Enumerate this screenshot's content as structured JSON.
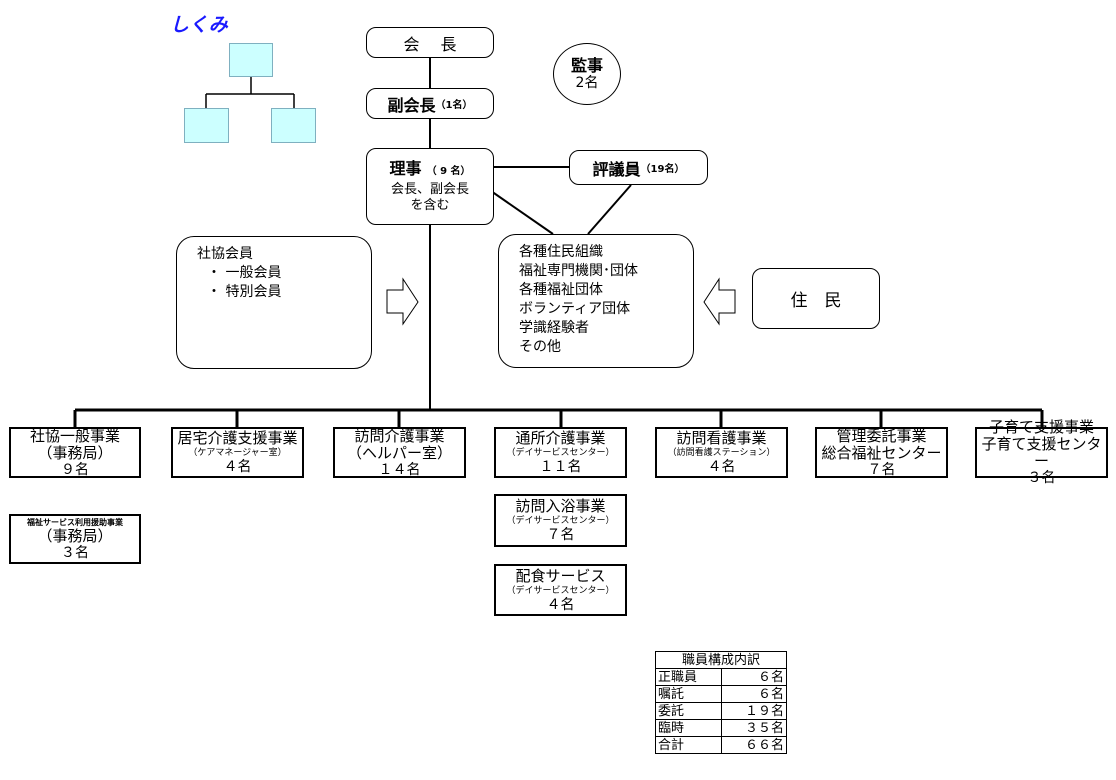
{
  "legend": {
    "title": "しくみ"
  },
  "president": "会　 長",
  "auditor": {
    "line1": "監事",
    "line2": "2名"
  },
  "vice_president": {
    "title": "副会長",
    "count": "（1名）"
  },
  "directors": {
    "title": "理事",
    "count": "（ 9 名）",
    "note1": "会長、副会長",
    "note2": "を含む"
  },
  "councilors": {
    "title": "評議員",
    "count": "（19名）"
  },
  "members": {
    "title": "社協会員",
    "items": [
      "・ 一般会員",
      "・ 特別会員"
    ]
  },
  "organizations": {
    "items": [
      "各種住民組織",
      "福祉専門機関･団体",
      "各種福祉団体",
      "ボランティア団体",
      "学識経験者",
      "その他"
    ]
  },
  "residents": "住　民",
  "departments": [
    {
      "name": "社協一般事業",
      "sub": "（事務局）",
      "count": "９名",
      "sub_small": false
    },
    {
      "name": "居宅介護支援事業",
      "sub": "（ケアマネージャー室）",
      "count": "４名",
      "sub_small": true
    },
    {
      "name": "訪問介護事業",
      "sub": "（ヘルパー室）",
      "count": "１４名",
      "sub_small": false
    },
    {
      "name": "通所介護事業",
      "sub": "（デイサービスセンター）",
      "count": "１１名",
      "sub_small": true
    },
    {
      "name": "訪問看護事業",
      "sub": "（訪問看護ステーション）",
      "count": "４名",
      "sub_small": true
    },
    {
      "name": "管理委託事業",
      "sub": "総合福祉センター",
      "count": "７名",
      "sub_small": false
    },
    {
      "name": "子育て支援事業",
      "sub": "子育て支援センター",
      "count": "３名",
      "sub_small": false
    }
  ],
  "welfare_use": {
    "name": "福祉サービス利用援助事業",
    "sub": "（事務局）",
    "count": "３名"
  },
  "bath": {
    "name": "訪問入浴事業",
    "sub": "（デイサービスセンター）",
    "count": "７名"
  },
  "meal": {
    "name": "配食サービス",
    "sub": "（デイサービスセンター）",
    "count": "４名"
  },
  "staff": {
    "title": "職員構成内訳",
    "rows": [
      {
        "label": "正職員",
        "value": "６名"
      },
      {
        "label": "嘱託",
        "value": "６名"
      },
      {
        "label": "委託",
        "value": "１９名"
      },
      {
        "label": "臨時",
        "value": "３５名"
      },
      {
        "label": "合計",
        "value": "６６名"
      }
    ]
  },
  "colors": {
    "legend_title": "#1a1aff",
    "legend_box_fill": "#ccffff",
    "legend_box_border": "#7fb0c0"
  }
}
